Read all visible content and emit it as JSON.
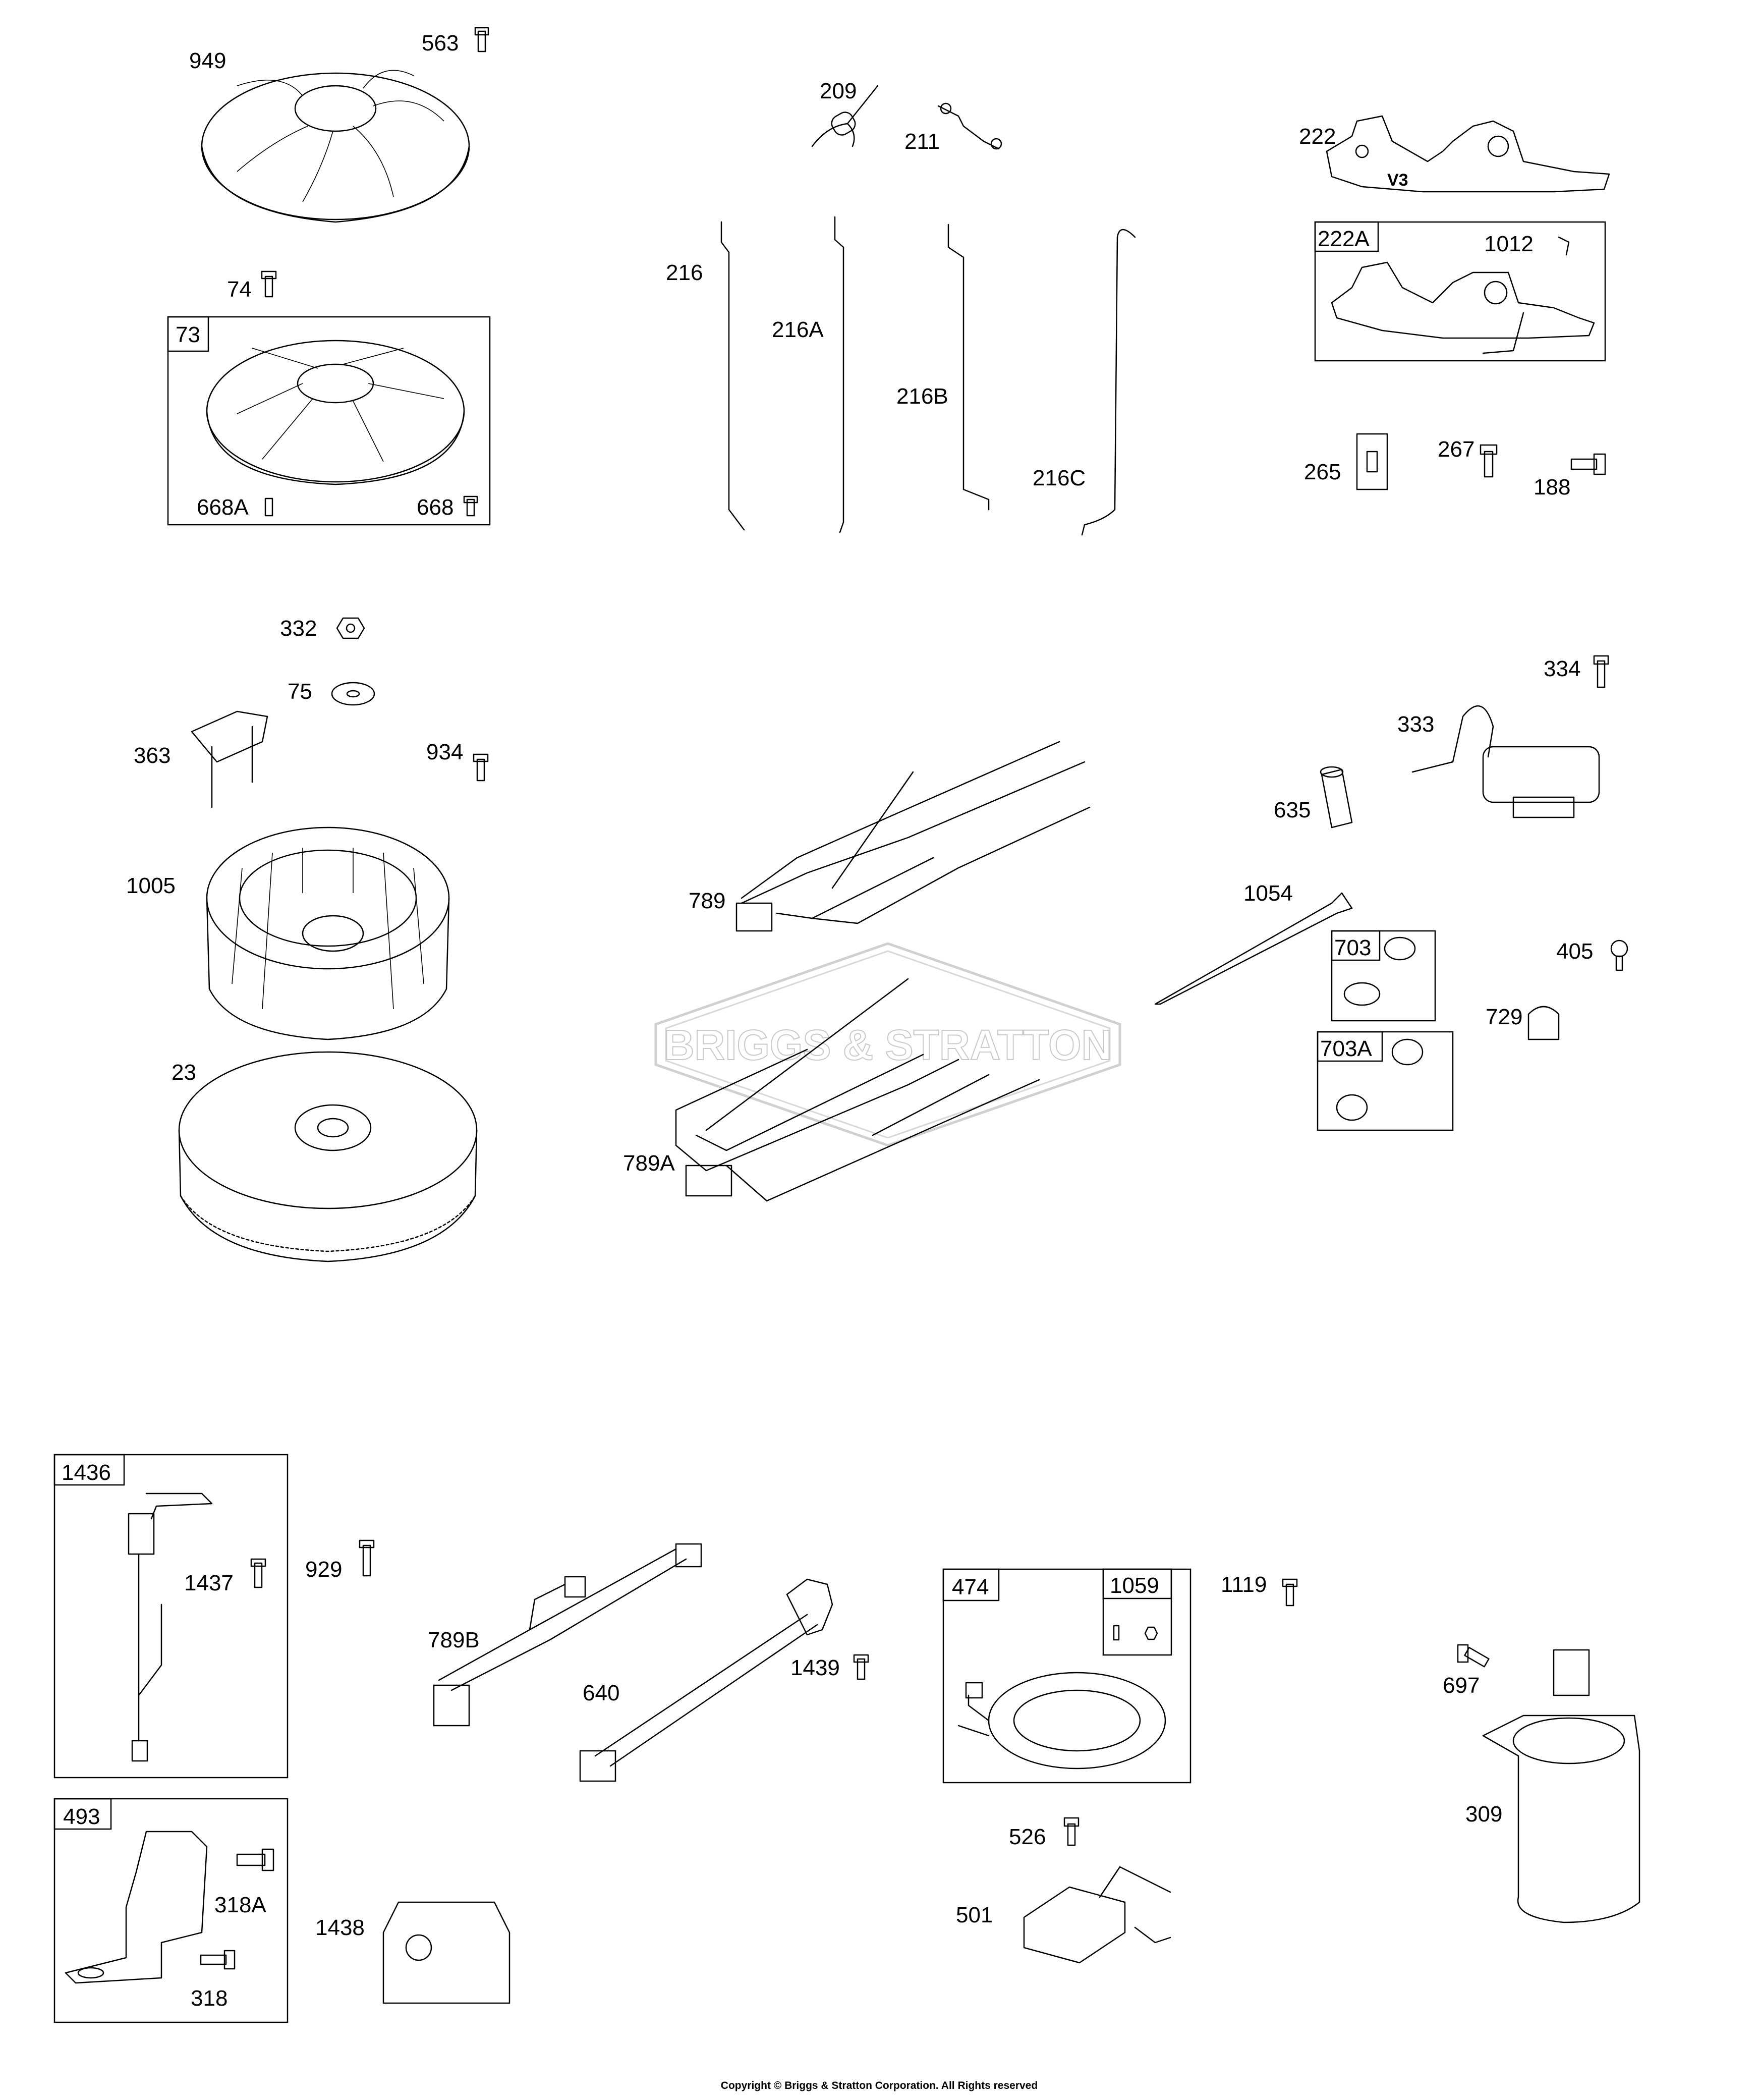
{
  "watermark": "BRIGGS & STRATTON",
  "copyright": "Copyright © Briggs & Stratton Corporation. All Rights reserved",
  "parts": {
    "p949": "949",
    "p563": "563",
    "p74": "74",
    "p73": "73",
    "p668A": "668A",
    "p668": "668",
    "p209": "209",
    "p211": "211",
    "p216": "216",
    "p216A": "216A",
    "p216B": "216B",
    "p216C": "216C",
    "p222": "222",
    "p222A": "222A",
    "p1012": "1012",
    "p265": "265",
    "p267": "267",
    "p188": "188",
    "p332": "332",
    "p75": "75",
    "p363": "363",
    "p934": "934",
    "p1005": "1005",
    "p23": "23",
    "p789": "789",
    "p789A": "789A",
    "p334": "334",
    "p333": "333",
    "p635": "635",
    "p1054": "1054",
    "p703": "703",
    "p405": "405",
    "p729": "729",
    "p703A": "703A",
    "p1436": "1436",
    "p1437": "1437",
    "p929": "929",
    "p493": "493",
    "p318A": "318A",
    "p318": "318",
    "p1438": "1438",
    "p789B": "789B",
    "p640": "640",
    "p1439": "1439",
    "p474": "474",
    "p1059": "1059",
    "p1119": "1119",
    "p526": "526",
    "p501": "501",
    "p697": "697",
    "p309": "309"
  },
  "engine_marking": "V3"
}
